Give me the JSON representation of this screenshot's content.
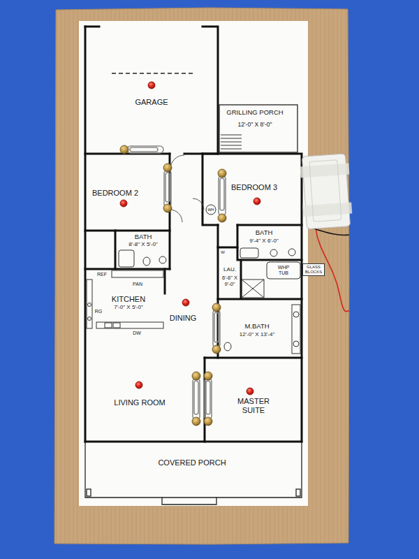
{
  "diagram": {
    "nodes": [
      {
        "text": [
          "GARAGE"
        ]
      },
      {
        "text": [
          "GRILLING PORCH",
          "12'-0\" X 8'-0\""
        ]
      },
      {
        "text": [
          "BEDROOM 2"
        ]
      },
      {
        "text": [
          "BEDROOM 3"
        ]
      },
      {
        "text": [
          "BATH",
          "8'-8\" X 5'-0\""
        ]
      },
      {
        "text": [
          "BATH",
          "9'-4\" X 6'-0\""
        ]
      },
      {
        "text": [
          "LAU.",
          "6'-6\" X 9'-0\""
        ]
      },
      {
        "text": [
          "GLASS BLOCKS"
        ]
      },
      {
        "text": [
          "KITCHEN",
          "7'-0\" X 5'-0\""
        ]
      },
      {
        "text": [
          "DINING"
        ]
      },
      {
        "text": [
          "M.BATH",
          "12'-0\" X 13'-4\""
        ]
      },
      {
        "text": [
          "LIVING ROOM"
        ]
      },
      {
        "text": [
          "MASTER SUITE"
        ]
      },
      {
        "text": [
          "COVERED PORCH"
        ]
      }
    ],
    "labels": [
      "REF",
      "PAN",
      "RG",
      "DW",
      "W",
      "WH",
      "WHP TUB"
    ]
  }
}
